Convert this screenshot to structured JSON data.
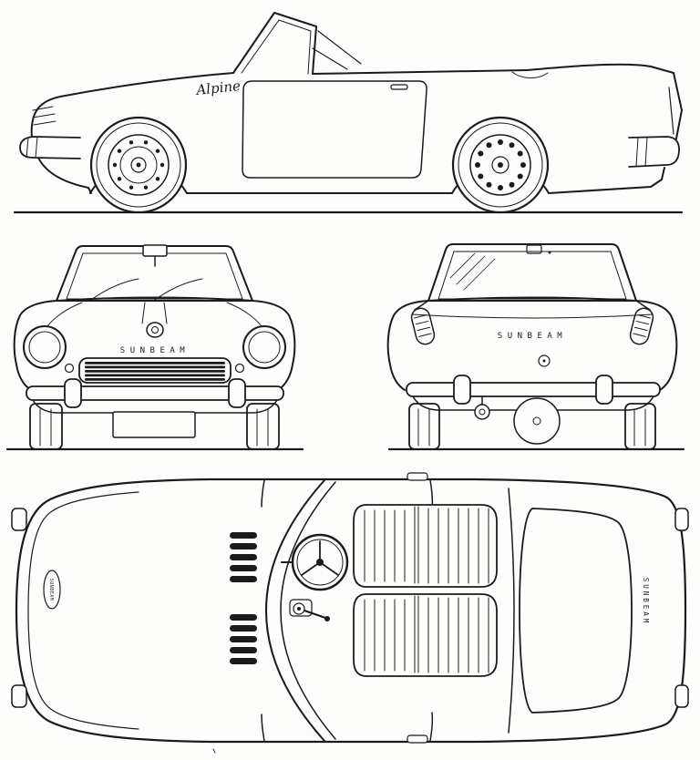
{
  "colors": {
    "paper": "#fdfdfb",
    "line": "#1b1b1b"
  },
  "badges": {
    "side_fender_script": "Alpine",
    "front_hood_lettering": "SUNBEAM",
    "rear_panel_lettering": "SUNBEAM",
    "trunk_lid_lettering": "SUNBEAM",
    "hood_nose_badge": "SUNBEAM"
  }
}
